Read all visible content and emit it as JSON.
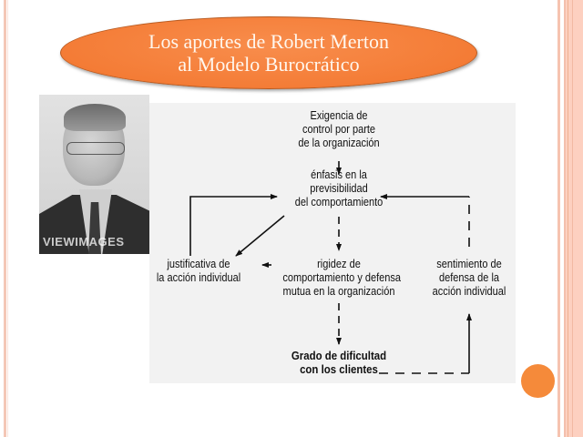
{
  "slide": {
    "title_lines": [
      "Los aportes de Robert Merton",
      "al Modelo Burocrático"
    ],
    "accent_color": "#f58a3a",
    "photo": {
      "caption_watermark": "VIEWIMAGES",
      "subject": "portrait of Robert Merton"
    }
  },
  "diagram": {
    "nodes": {
      "exigencia": [
        "Exigencia de",
        "control por parte",
        "de la organización"
      ],
      "enfasis": [
        "énfasis en la",
        "previsibilidad",
        "del comportamiento"
      ],
      "justificativa": [
        "justificativa de",
        "la acción individual"
      ],
      "rigidez": [
        "rigidez de",
        "comportamiento y defensa",
        "mutua en la organización"
      ],
      "sentimiento": [
        "sentimiento de",
        "defensa de la",
        "acción individual"
      ],
      "grado": [
        "Grado de dificultad",
        "con los clientes"
      ]
    },
    "edges": [
      {
        "from": "exigencia",
        "to": "enfasis",
        "style": "solid"
      },
      {
        "from": "enfasis",
        "to": "justificativa",
        "style": "solid"
      },
      {
        "from": "justificativa",
        "to": "enfasis",
        "style": "solid"
      },
      {
        "from": "enfasis",
        "to": "rigidez",
        "style": "dashed"
      },
      {
        "from": "rigidez",
        "to": "justificativa",
        "style": "solid"
      },
      {
        "from": "rigidez",
        "to": "grado",
        "style": "dashed"
      },
      {
        "from": "grado",
        "to": "sentimiento",
        "style": "dashed-then-solid"
      },
      {
        "from": "sentimiento",
        "to": "enfasis",
        "style": "dashed-then-solid"
      }
    ]
  }
}
